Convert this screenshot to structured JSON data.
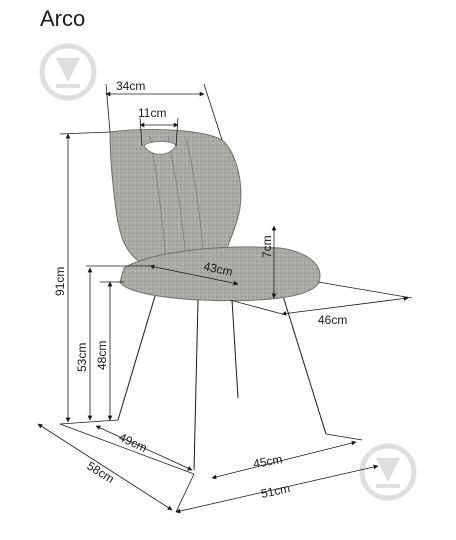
{
  "title": "Arco",
  "colors": {
    "seat_fabric": "#a9aca4",
    "seat_texture": "#8e918a",
    "line": "#1a1a1a",
    "watermark": "#dcdcdc"
  },
  "icons": [
    "brand-logo-icon-top",
    "brand-logo-icon-bottom"
  ],
  "dimensions": {
    "backrest_width": "34cm",
    "handle_width": "11cm",
    "seat_thickness": "7cm",
    "seat_depth_diag": "43cm",
    "total_height": "91cm",
    "armrest_height": "53cm",
    "seat_height": "48cm",
    "seat_width": "46cm",
    "depth_49": "49cm",
    "leg_span": "45cm",
    "total_depth": "58cm",
    "total_width": "51cm"
  }
}
